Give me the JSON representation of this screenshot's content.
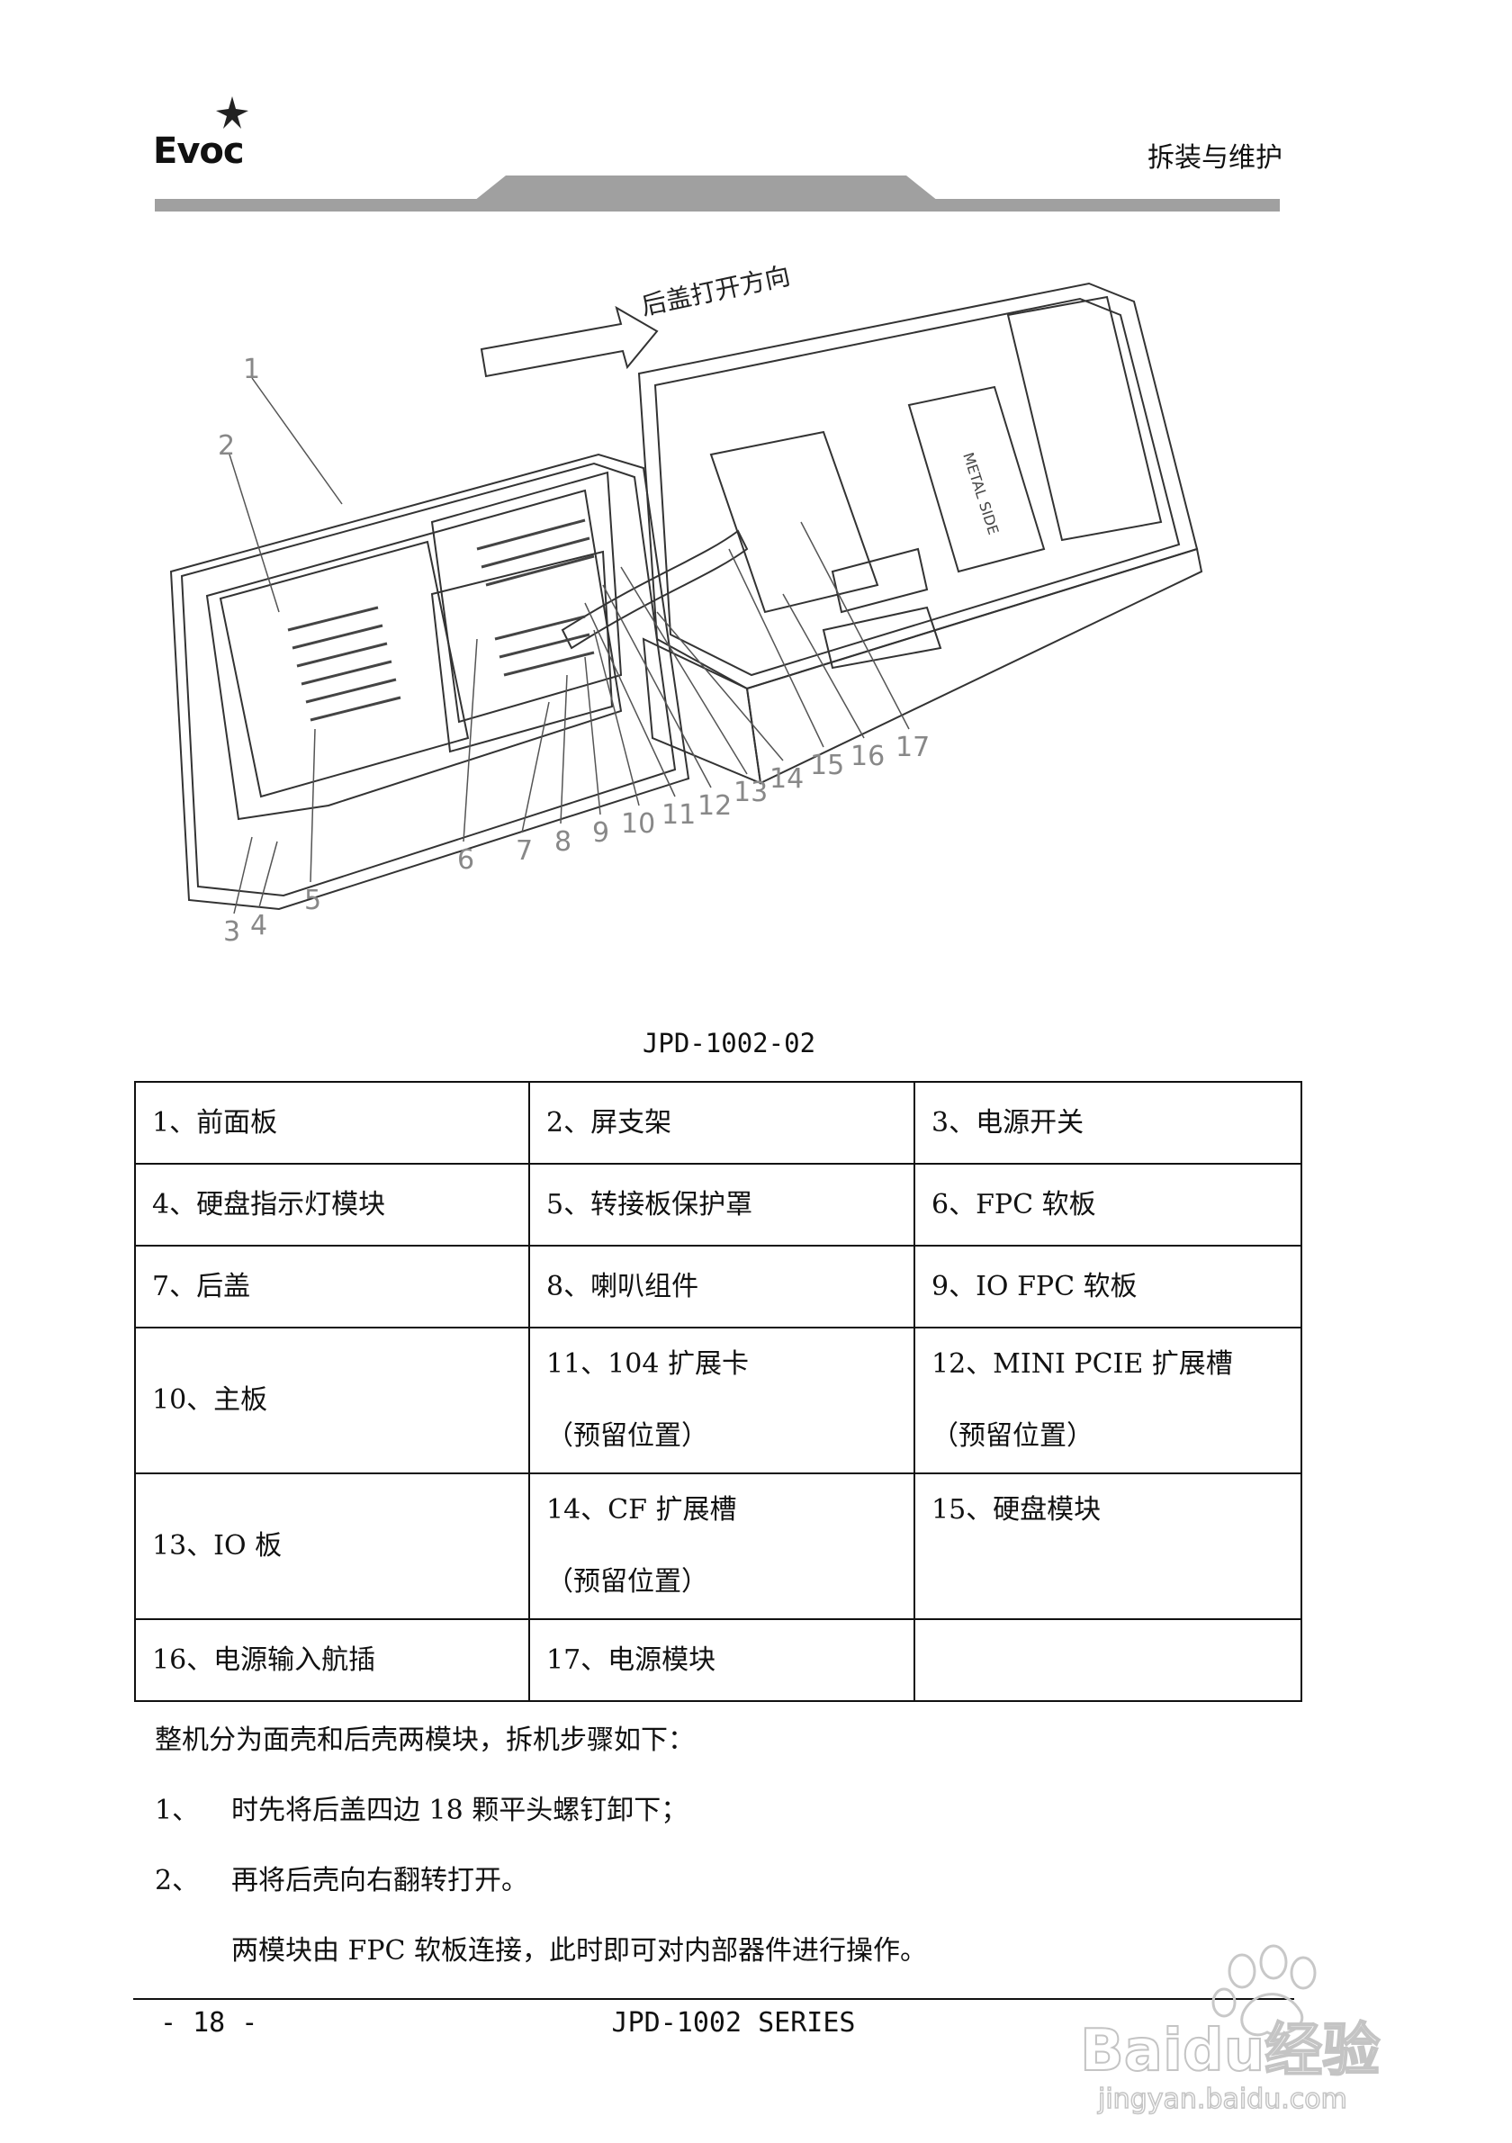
{
  "header": {
    "logo_text": "Evoc",
    "section_title": "拆装与维护"
  },
  "diagram": {
    "arrow_label": "后盖打开方向",
    "module_label": "METAL SIDE",
    "callouts": [
      "1",
      "2",
      "3",
      "4",
      "5",
      "6",
      "7",
      "8",
      "9",
      "10",
      "11",
      "12",
      "13",
      "14",
      "15",
      "16",
      "17"
    ]
  },
  "figure_caption": "JPD-1002-02",
  "parts_table": {
    "rows": [
      [
        "1、前面板",
        "2、屏支架",
        "3、电源开关"
      ],
      [
        "4、硬盘指示灯模块",
        "5、转接板保护罩",
        "6、FPC 软板"
      ],
      [
        "7、后盖",
        "8、喇叭组件",
        "9、IO FPC 软板"
      ],
      [
        "10、主板",
        "11、104 扩展卡",
        "12、MINI PCIE 扩展槽"
      ],
      [
        "13、IO 板",
        "14、CF 扩展槽",
        "15、硬盘模块"
      ],
      [
        "16、电源输入航插",
        "17、电源模块",
        ""
      ]
    ],
    "reserved_note": "（预留位置）"
  },
  "instructions": {
    "intro": "整机分为面壳和后壳两模块，拆机步骤如下：",
    "steps": [
      {
        "num": "1、",
        "text": "时先将后盖四边 18 颗平头螺钉卸下；"
      },
      {
        "num": "2、",
        "text": "再将后壳向右翻转打开。"
      }
    ],
    "note": "两模块由 FPC 软板连接，此时即可对内部器件进行操作。"
  },
  "footer": {
    "page": "- 18 -",
    "series": "JPD-1002 SERIES"
  },
  "watermark": {
    "brand": "Baidu经验",
    "url": "jingyan.baidu.com"
  }
}
